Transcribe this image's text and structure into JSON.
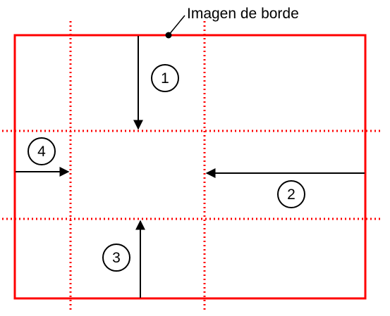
{
  "callout": {
    "label": "Imagen de borde"
  },
  "steps": [
    {
      "number": "1",
      "direction": "down"
    },
    {
      "number": "2",
      "direction": "left"
    },
    {
      "number": "3",
      "direction": "up"
    },
    {
      "number": "4",
      "direction": "right"
    }
  ],
  "colors": {
    "border": "#ff0000",
    "guide": "#ff0000",
    "arrow": "#000000",
    "text": "#000000"
  }
}
